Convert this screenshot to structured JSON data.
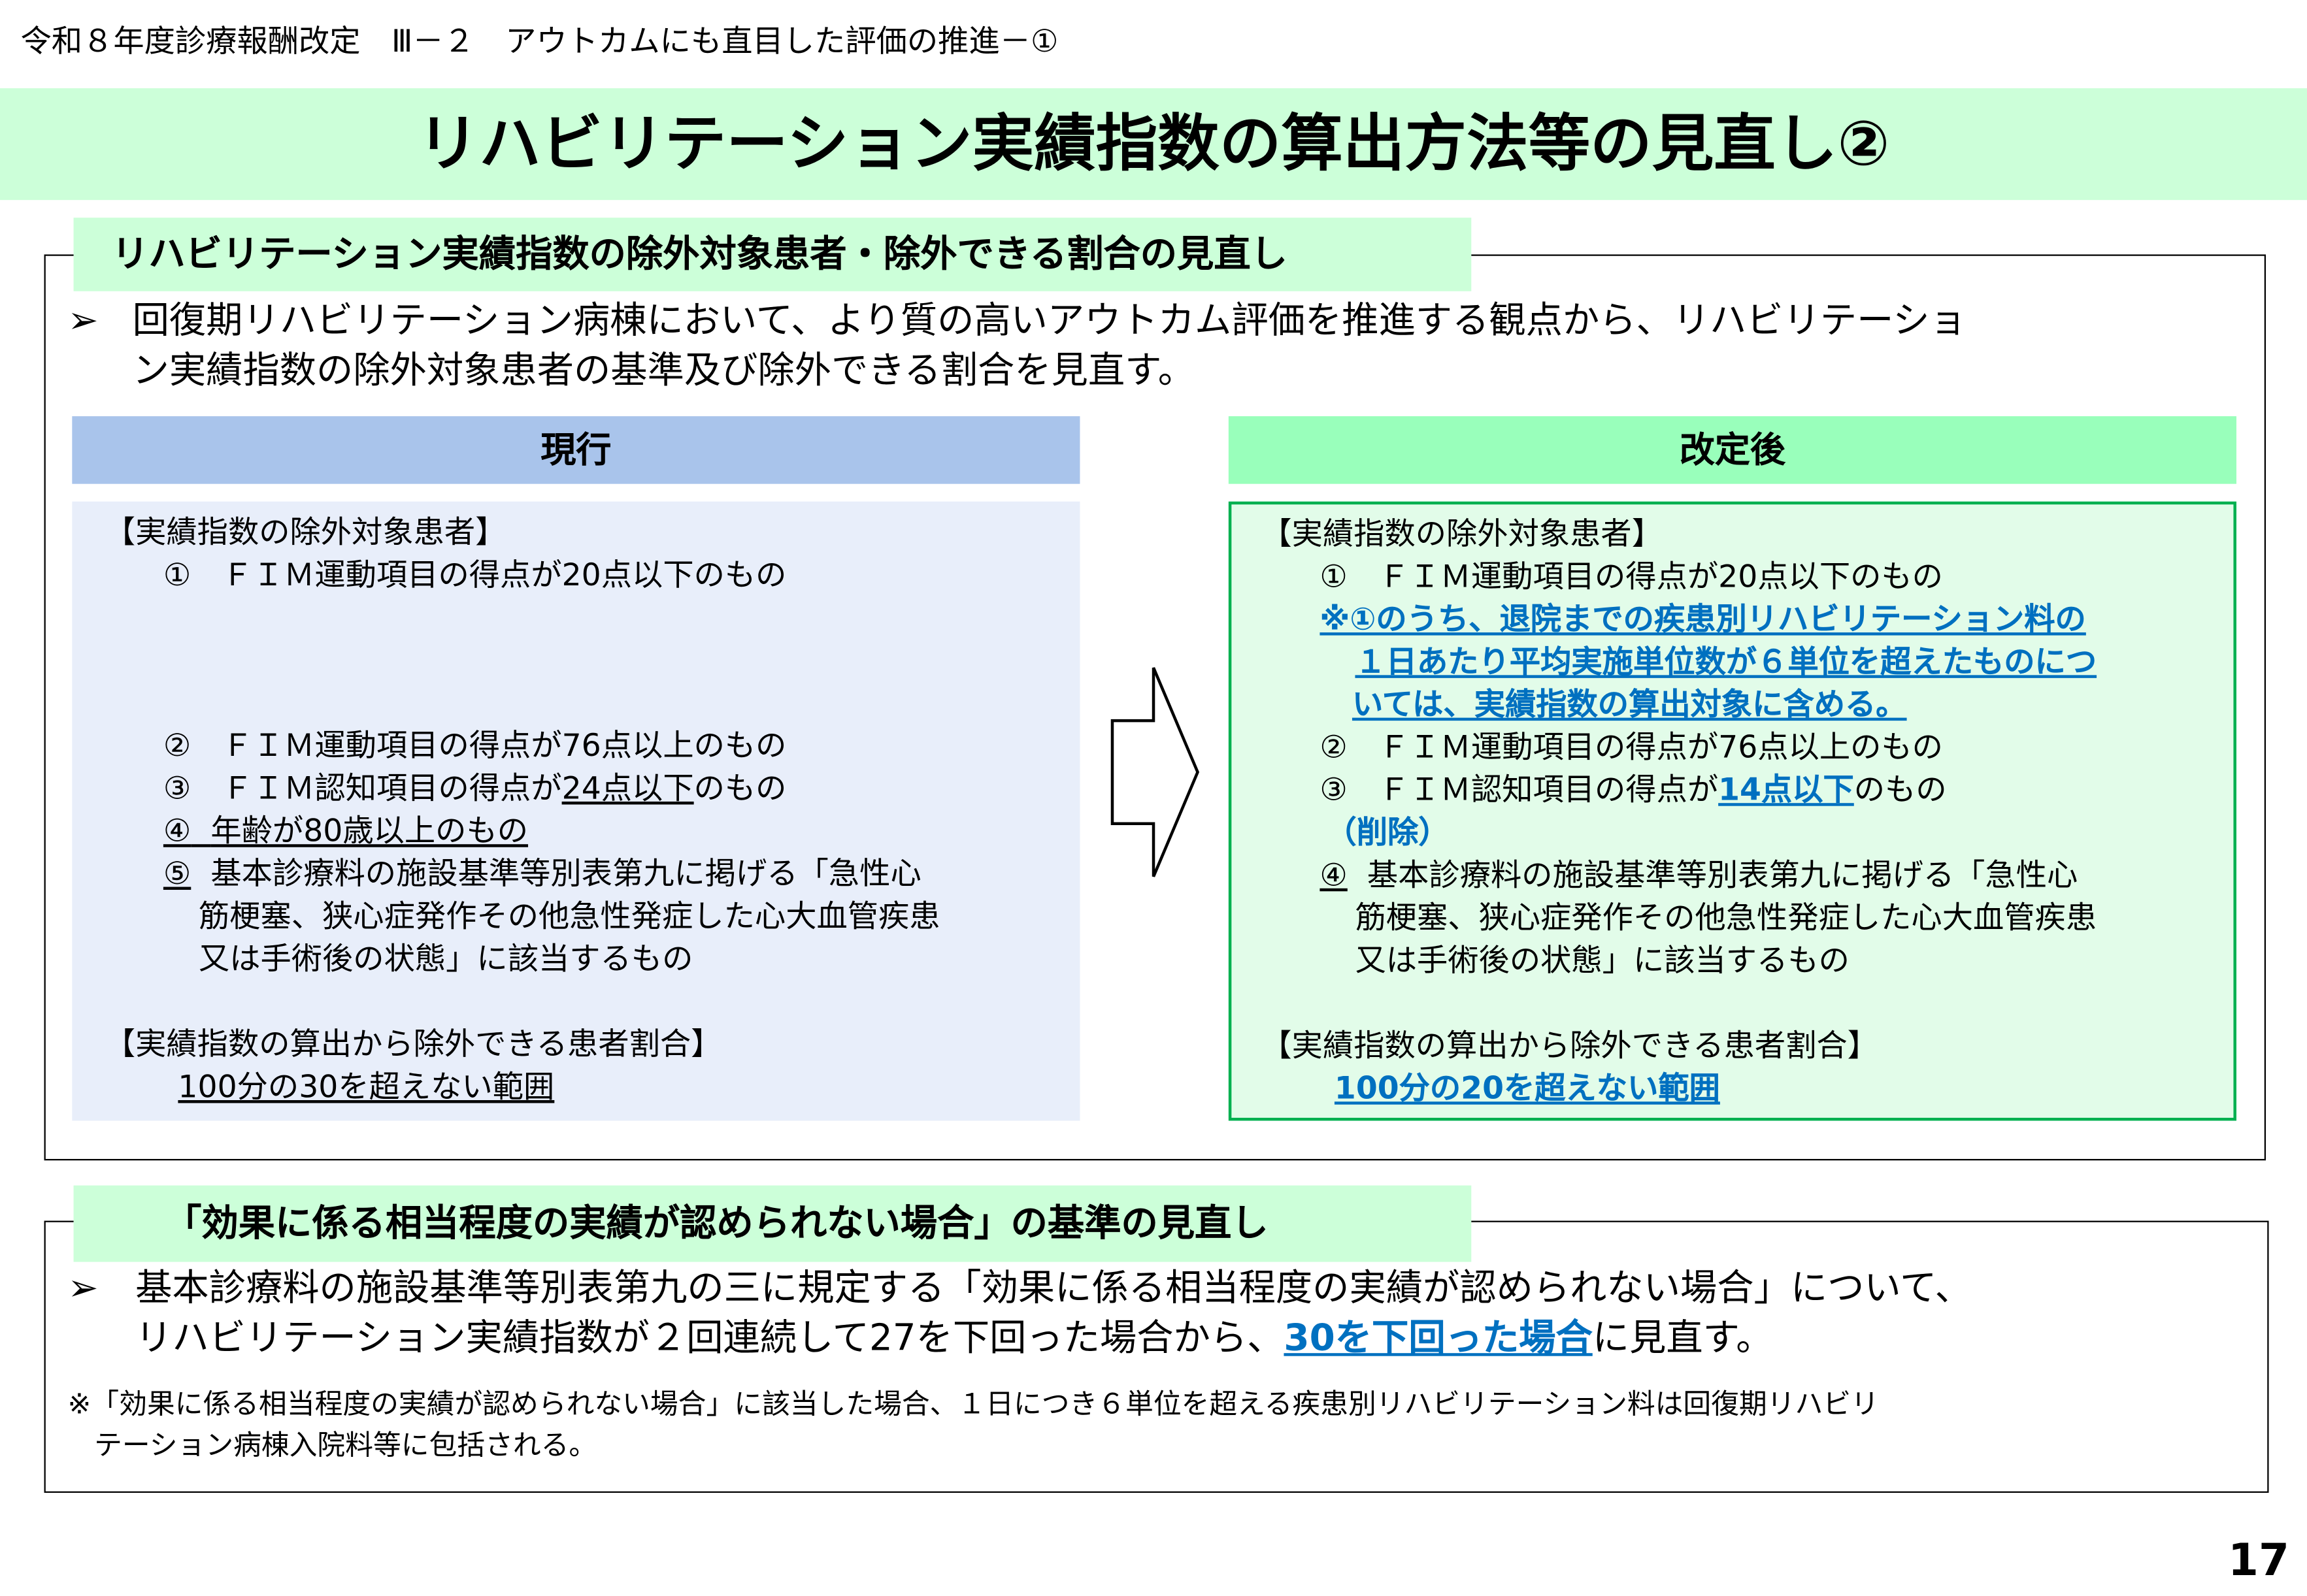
{
  "breadcrumb": "令和８年度診療報酬改定　Ⅲ－２　アウトカムにも直目した評価の推進－①",
  "title": "リハビリテーション実績指数の算出方法等の見直し②",
  "section1": {
    "heading": "リハビリテーション実績指数の除外対象患者・除外できる割合の見直し",
    "bullet_line1": "回復期リハビリテーション病棟において、より質の高いアウトカム評価を推進する観点から、リハビリテーショ",
    "bullet_line2": "ン実績指数の除外対象患者の基準及び除外できる割合を見直す。",
    "current": {
      "header": "現行",
      "group1": "【実績指数の除外対象患者】",
      "item1": "①　ＦＩＭ運動項目の得点が20点以下のもの",
      "item2": "②　ＦＩＭ運動項目の得点が76点以上のもの",
      "item3_pre": "③　ＦＩＭ認知項目の得点が",
      "item3_u": "24点以下",
      "item3_post": "のもの",
      "item4_num": "④",
      "item4_text": "年齢が80歳以上のもの",
      "item5_num": "⑤",
      "item5_line1": "基本診療料の施設基準等別表第九に掲げる「急性心",
      "item5_line2": "筋梗塞、狭心症発作その他急性発症した心大血管疾患",
      "item5_line3": "又は手術後の状態」に該当するもの",
      "group2": "【実績指数の算出から除外できる患者割合】",
      "ratio": "100分の30を超えない範囲"
    },
    "revised": {
      "header": "改定後",
      "group1": "【実績指数の除外対象患者】",
      "item1": "①　ＦＩＭ運動項目の得点が20点以下のもの",
      "note_line1": "※①のうち、退院までの疾患別リハビリテーション料の",
      "note_line2": "１日あたり平均実施単位数が６単位を超えたものにつ",
      "note_line3": "いては、実績指数の算出対象に含める。",
      "item2": "②　ＦＩＭ運動項目の得点が76点以上のもの",
      "item3_pre": "③　ＦＩＭ認知項目の得点が",
      "item3_u": "14点以下",
      "item3_post": "のもの",
      "deleted": "（削除）",
      "item4_num": "④",
      "item4_line1": "基本診療料の施設基準等別表第九に掲げる「急性心",
      "item4_line2": "筋梗塞、狭心症発作その他急性発症した心大血管疾患",
      "item4_line3": "又は手術後の状態」に該当するもの",
      "group2": "【実績指数の算出から除外できる患者割合】",
      "ratio": "100分の20を超えない範囲"
    }
  },
  "section2": {
    "heading": "「効果に係る相当程度の実績が認められない場合」の基準の見直し",
    "bullet_line1": "基本診療料の施設基準等別表第九の三に規定する「効果に係る相当程度の実績が認められない場合」について、",
    "bullet_line2_pre": "リハビリテーション実績指数が２回連続して27を下回った場合から、",
    "bullet_line2_em": "30を下回った場合",
    "bullet_line2_post": "に見直す。",
    "note_line1": "※「効果に係る相当程度の実績が認められない場合」に該当した場合、１日につき６単位を超える疾患別リハビリテーション料は回復期リハビリ",
    "note_line2": "テーション病棟入院料等に包括される。"
  },
  "page_number": "17",
  "colors": {
    "title_bg": "#ccffd9",
    "current_header": "#a9c4eb",
    "current_panel": "#e8eefa",
    "revised_header": "#99ffbb",
    "revised_panel": "#e2fce9",
    "revised_border": "#00b050",
    "accent_blue": "#0070c0"
  }
}
